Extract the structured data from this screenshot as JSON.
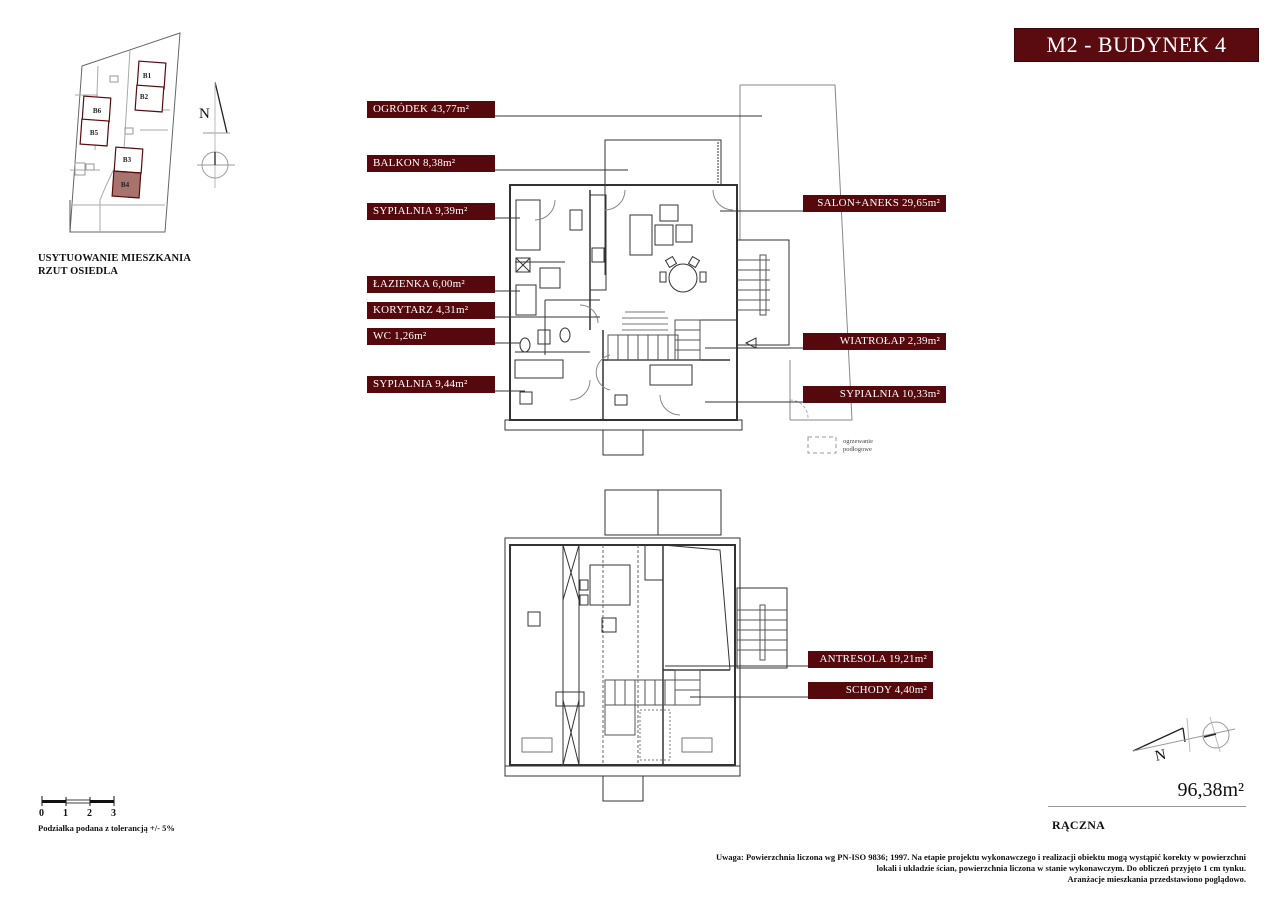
{
  "header": {
    "title": "M2 - BUDYNEK 4"
  },
  "site_plan": {
    "caption_line1": "USYTUOWANIE MIESZKANIA",
    "caption_line2": "RZUT OSIEDLA",
    "buildings": [
      "B1",
      "B2",
      "B6",
      "B5",
      "B3",
      "B4"
    ],
    "highlighted_building": "B4",
    "highlight_color": "#a8726d",
    "north_label": "N"
  },
  "ground_floor": {
    "labels_left": [
      {
        "name": "ogrodek",
        "text": "OGRÓDEK 43,77m²"
      },
      {
        "name": "balkon",
        "text": "BALKON 8,38m²"
      },
      {
        "name": "sypialnia-1",
        "text": "SYPIALNIA 9,39m²"
      },
      {
        "name": "lazienka",
        "text": "ŁAZIENKA 6,00m²"
      },
      {
        "name": "korytarz",
        "text": "KORYTARZ 4,31m²"
      },
      {
        "name": "wc",
        "text": "WC 1,26m²"
      },
      {
        "name": "sypialnia-2",
        "text": "SYPIALNIA 9,44m²"
      }
    ],
    "labels_right": [
      {
        "name": "salon-aneks",
        "text": "SALON+ANEKS 29,65m²"
      },
      {
        "name": "wiatrolap",
        "text": "WIATROŁAP 2,39m²"
      },
      {
        "name": "sypialnia-3",
        "text": "SYPIALNIA 10,33m²"
      }
    ],
    "legend": {
      "line1": "ogrzewanie",
      "line2": "podłogowe"
    }
  },
  "upper_floor": {
    "labels_right": [
      {
        "name": "antresola",
        "text": "ANTRESOLA 19,21m²"
      },
      {
        "name": "schody",
        "text": "SCHODY 4,40m²"
      }
    ],
    "north_label": "N"
  },
  "scale": {
    "ticks": [
      "0",
      "1",
      "2",
      "3"
    ],
    "note": "Podziałka podana z tolerancją +/- 5%"
  },
  "summary": {
    "total_area": "96,38m²",
    "street": "RĄCZNA"
  },
  "disclaimer": {
    "line1": "Uwaga: Powierzchnia liczona wg PN-ISO 9836; 1997. Na etapie projektu wykonawczego i realizacji obiektu mogą wystąpić korekty w powierzchni",
    "line2": "lokali i układzie ścian, powierzchnia liczona w stanie wykonawczym. Do obliczeń przyjęto 1 cm tynku.",
    "line3": "Aranżacje mieszkania przedstawiono poglądowo."
  },
  "colors": {
    "label_bg": "#55090d",
    "title_bg": "#5a0b0f",
    "line": "#333333"
  }
}
